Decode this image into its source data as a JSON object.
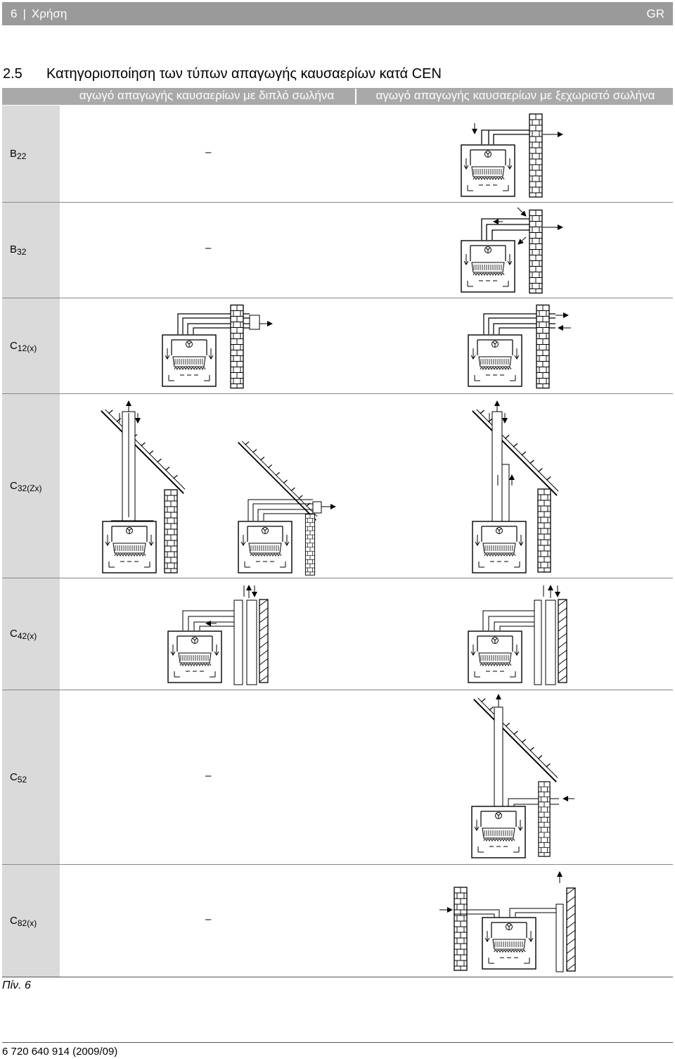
{
  "header": {
    "page_number": "6",
    "section": "Χρήση",
    "lang": "GR"
  },
  "title": {
    "number": "2.5",
    "text": "Κατηγοριοποίηση των τύπων απαγωγής καυσαερίων κατά CEN"
  },
  "table": {
    "col_double": "αγωγό απαγωγής καυσαερίων με διπλό σωλήνα",
    "col_separate": "αγωγό απαγωγής καυσαερίων με ξεχωριστό σωλήνα",
    "rows": [
      {
        "code": "B",
        "sub": "22",
        "double": "–"
      },
      {
        "code": "B",
        "sub": "32",
        "double": "–"
      },
      {
        "code": "C",
        "sub": "12(x)"
      },
      {
        "code": "C",
        "sub": "32(Zx)"
      },
      {
        "code": "C",
        "sub": "42(x)"
      },
      {
        "code": "C",
        "sub": "52",
        "double": "–"
      },
      {
        "code": "C",
        "sub": "82(x)",
        "double": "–"
      }
    ]
  },
  "caption": "Πίν. 6",
  "footer": "6 720 640 914 (2009/09)"
}
